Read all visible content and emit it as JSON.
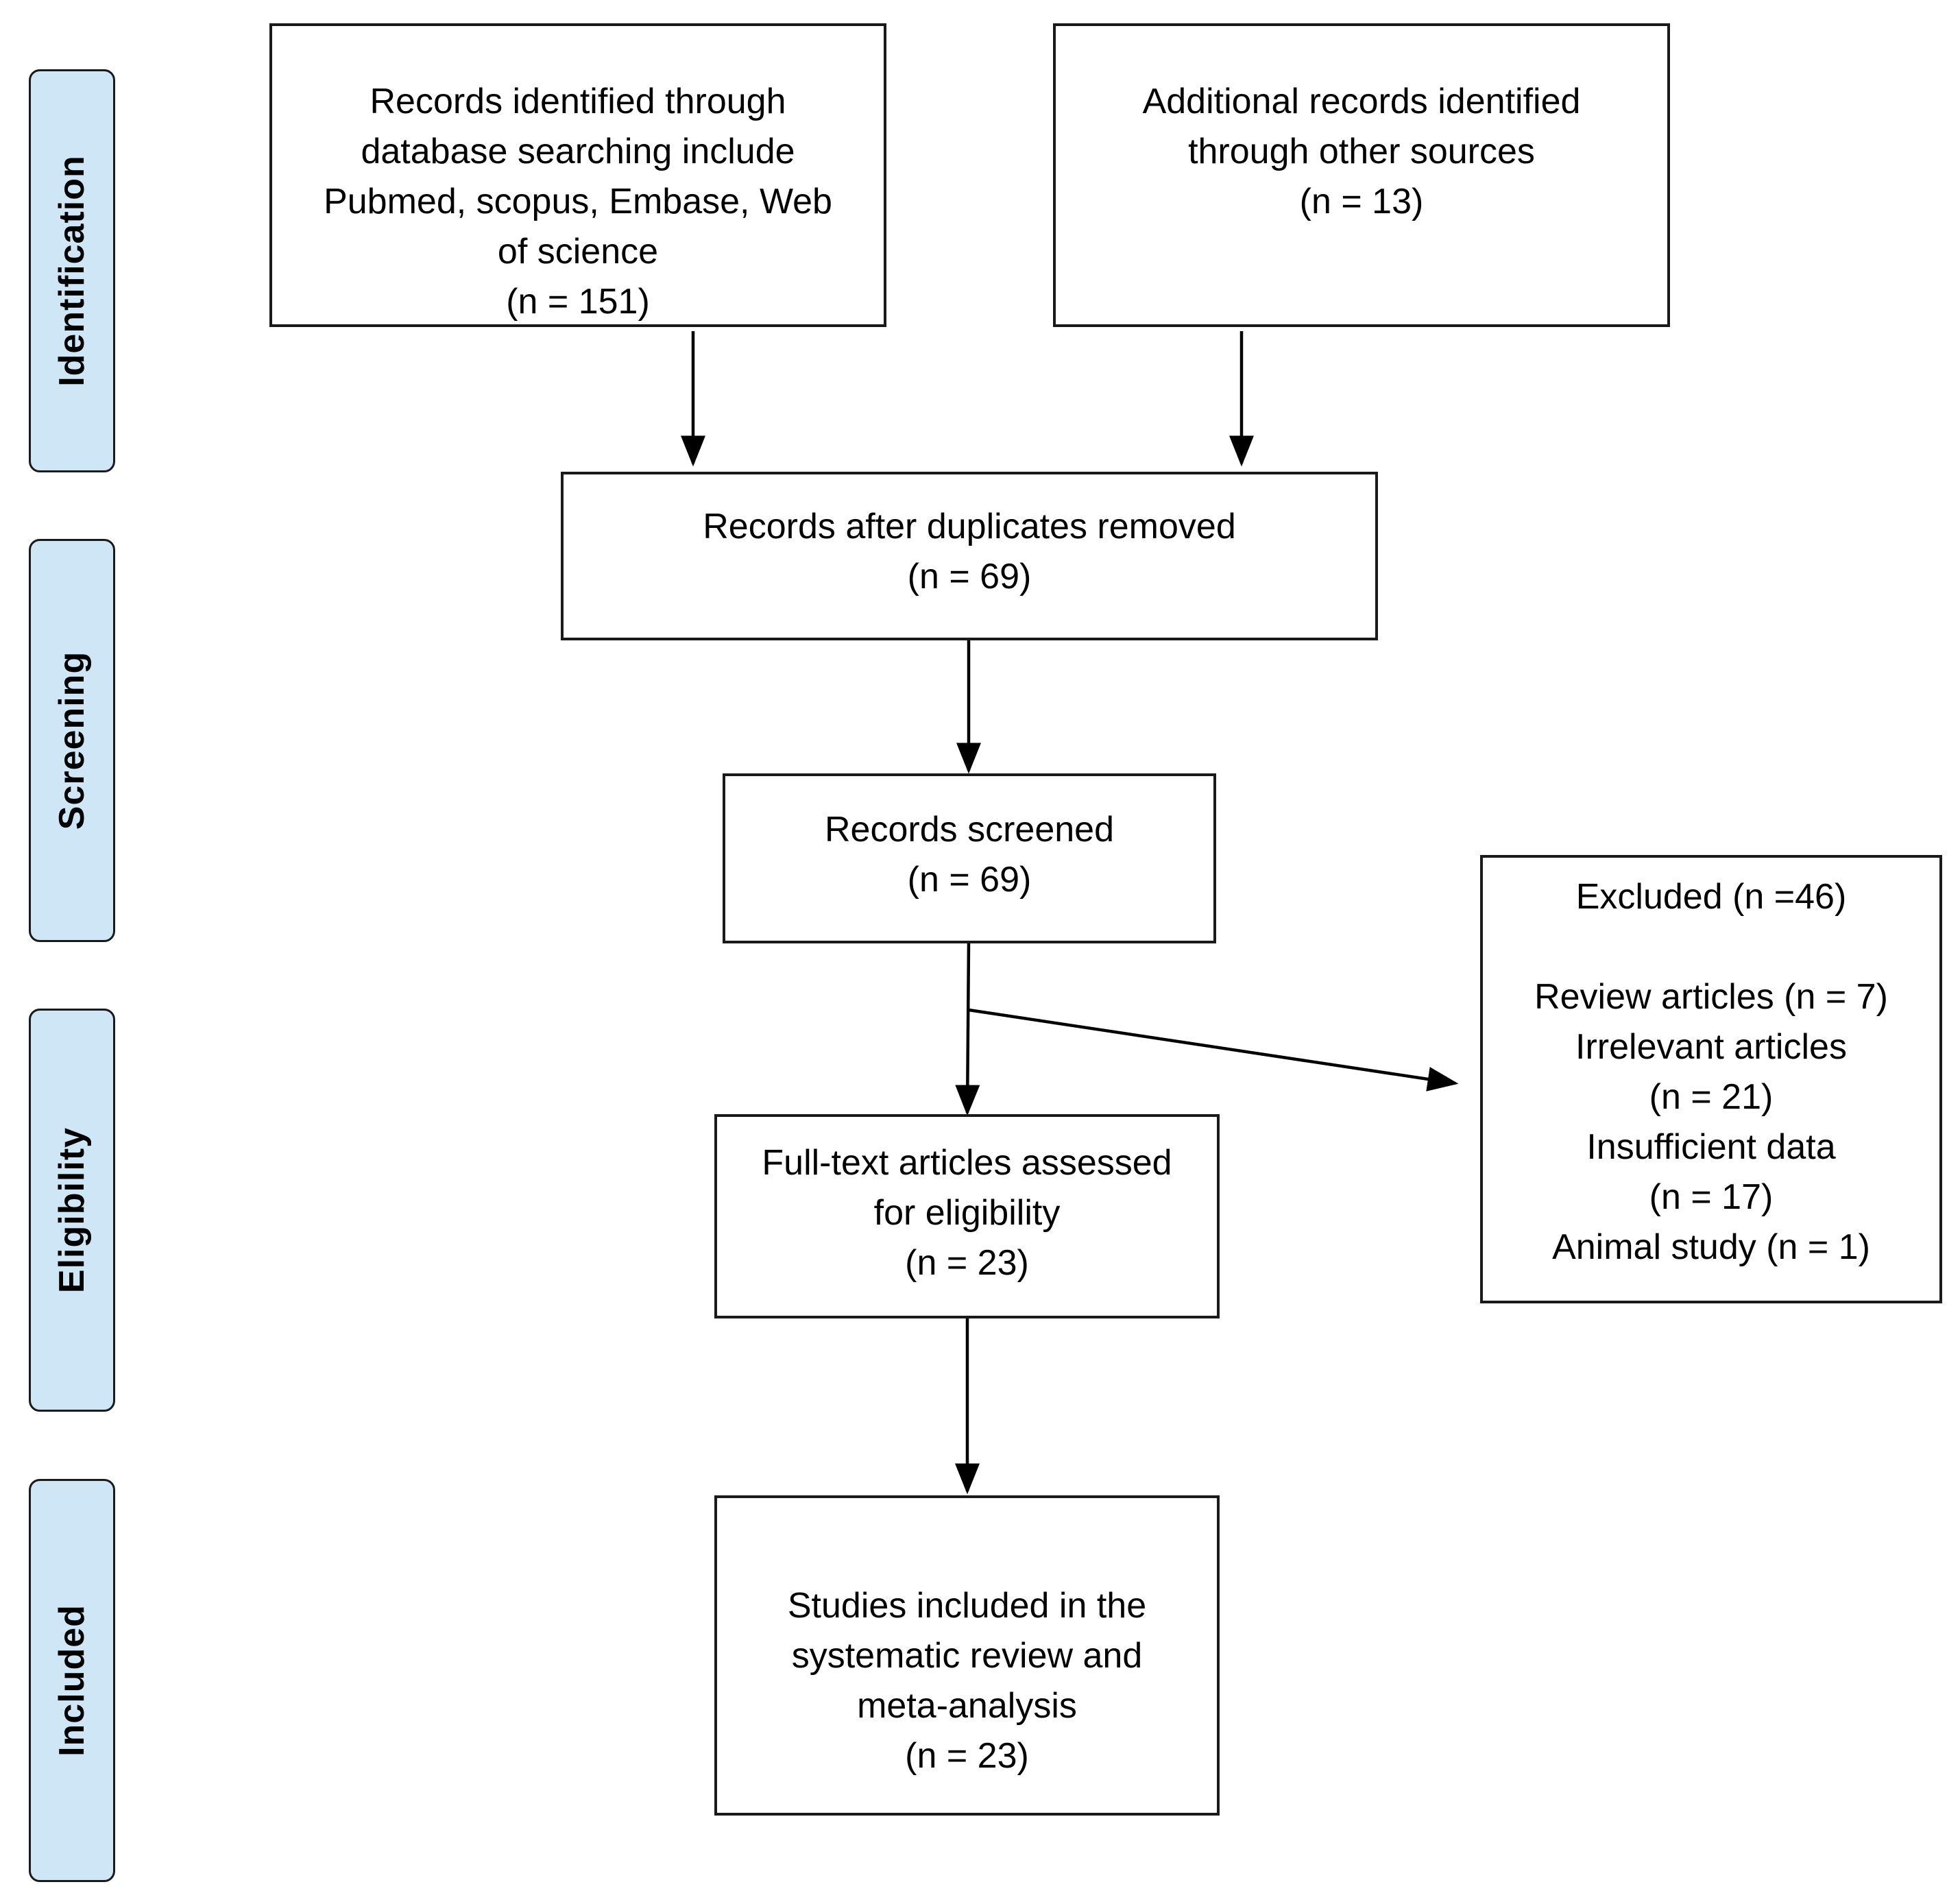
{
  "phases": {
    "identification": "Identification",
    "screening": "Screening",
    "eligibility": "Eligibility",
    "included": "Included"
  },
  "boxes": {
    "database": {
      "lines": [
        "Records identified through",
        "database searching include",
        "Pubmed, scopus, Embase, Web",
        "of science"
      ],
      "count": "(n = 151)"
    },
    "other_sources": {
      "lines": [
        "Additional records identified",
        "through other sources"
      ],
      "count": "(n = 13)"
    },
    "after_duplicates": {
      "lines": [
        "Records after duplicates removed"
      ],
      "count": "(n = 69)"
    },
    "screened": {
      "lines": [
        "Records screened"
      ],
      "count": "(n = 69)"
    },
    "excluded": {
      "title": "Excluded (n =46)",
      "reasons": [
        "Review articles (n = 7)",
        "Irrelevant articles",
        "(n = 21)",
        "Insufficient data",
        "(n = 17)",
        "Animal study (n = 1)"
      ]
    },
    "full_text": {
      "lines": [
        "Full-text articles assessed",
        "for eligibility"
      ],
      "count": "(n = 23)"
    },
    "included": {
      "lines": [
        "Studies included in the",
        "systematic review and",
        "meta-analysis"
      ],
      "count": "(n = 23)"
    }
  }
}
